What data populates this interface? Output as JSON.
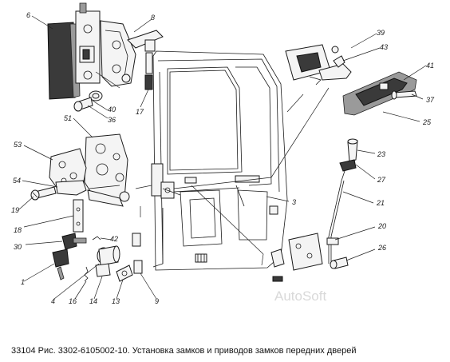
{
  "caption": "33104 Рис. 3302-6105002-10. Установка замков и приводов замков передних дверей",
  "watermark": "AutoSoft",
  "callouts": {
    "c6": "6",
    "c8": "8",
    "c40": "40",
    "c36": "36",
    "c17": "17",
    "c39": "39",
    "c43": "43",
    "c41": "41",
    "c37": "37",
    "c25": "25",
    "c51": "51",
    "c53": "53",
    "c23": "23",
    "c27": "27",
    "c54": "54",
    "c3": "3",
    "c21": "21",
    "c19": "19",
    "c18": "18",
    "c20": "20",
    "c30": "30",
    "c42": "42",
    "c26": "26",
    "c1": "1",
    "c4": "4",
    "c16": "16",
    "c14": "14",
    "c13": "13",
    "c9": "9"
  }
}
